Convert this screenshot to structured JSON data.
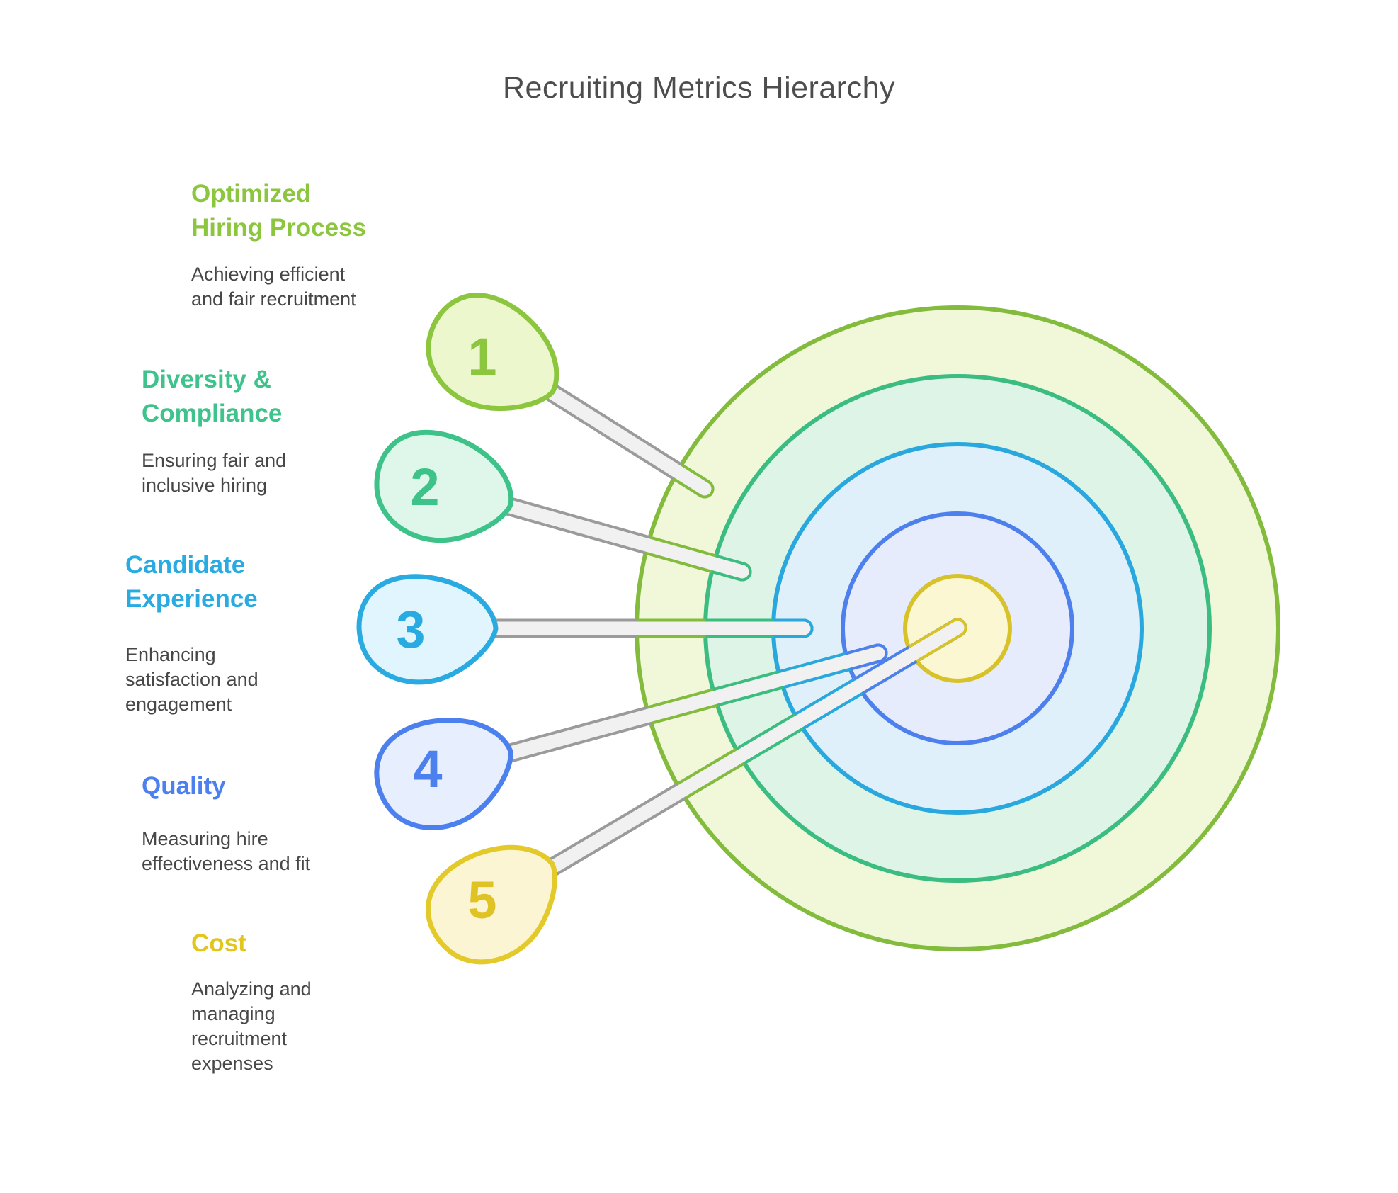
{
  "title": "Recruiting Metrics Hierarchy",
  "items": [
    {
      "number": "1",
      "label": "Optimized Hiring Process",
      "description": "Achieving efficient and fair recruitment",
      "color": "#8CC63E"
    },
    {
      "number": "2",
      "label": "Diversity & Compliance",
      "description": "Ensuring fair and inclusive hiring",
      "color": "#3DC38B"
    },
    {
      "number": "3",
      "label": "Candidate Experience",
      "description": "Enhancing satisfaction and engagement",
      "color": "#29ABE2"
    },
    {
      "number": "4",
      "label": "Quality",
      "description": "Measuring hire effectiveness and fit",
      "color": "#4C80EE"
    },
    {
      "number": "5",
      "label": "Cost",
      "description": "Analyzing and managing recruitment expenses",
      "color": "#E2C61D"
    }
  ],
  "target": {
    "rings": [
      {
        "level": "1",
        "name": "Optimized Hiring Process",
        "stroke": "#83BB3D",
        "fill": "#F0F8D9"
      },
      {
        "level": "2",
        "name": "Diversity & Compliance",
        "stroke": "#3BBC80",
        "fill": "#DDF4E6"
      },
      {
        "level": "3",
        "name": "Candidate Experience",
        "stroke": "#28A8DE",
        "fill": "#DFF0FB"
      },
      {
        "level": "4",
        "name": "Quality",
        "stroke": "#4D80EC",
        "fill": "#E6ECFC"
      },
      {
        "level": "5",
        "name": "Cost",
        "stroke": "#D8C22A",
        "fill": "#FCF7D3"
      }
    ]
  },
  "palette": {
    "title_text": "#4D4D4D",
    "description_text": "#474747",
    "pin_fill": "#F1F1F1",
    "pin_border_outside": "#9B9B9B"
  }
}
